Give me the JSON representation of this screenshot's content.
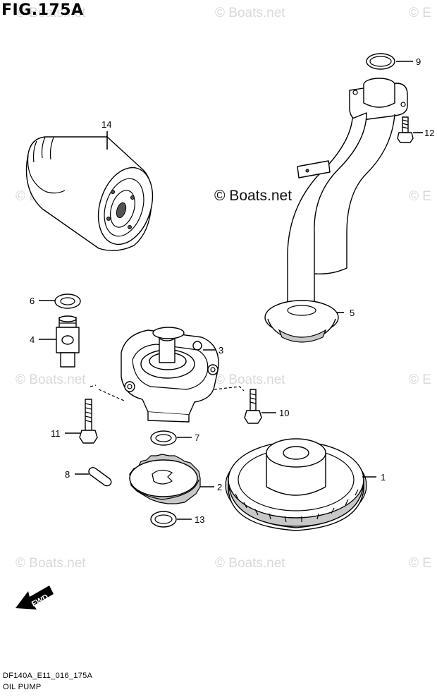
{
  "figure": {
    "title": "FIG.175A",
    "code": "DF140A_E11_016_175A",
    "caption": "OIL PUMP"
  },
  "watermark": {
    "text": "© Boats.net",
    "partial": "© E",
    "prominent": "© Boats.net"
  },
  "fwd_label": "FWD",
  "callouts": {
    "c1": "1",
    "c2": "2",
    "c3": "3",
    "c4": "4",
    "c5": "5",
    "c6": "6",
    "c7": "7",
    "c8": "8",
    "c9": "9",
    "c10": "10",
    "c11": "11",
    "c12": "12",
    "c13": "13",
    "c14": "14"
  }
}
